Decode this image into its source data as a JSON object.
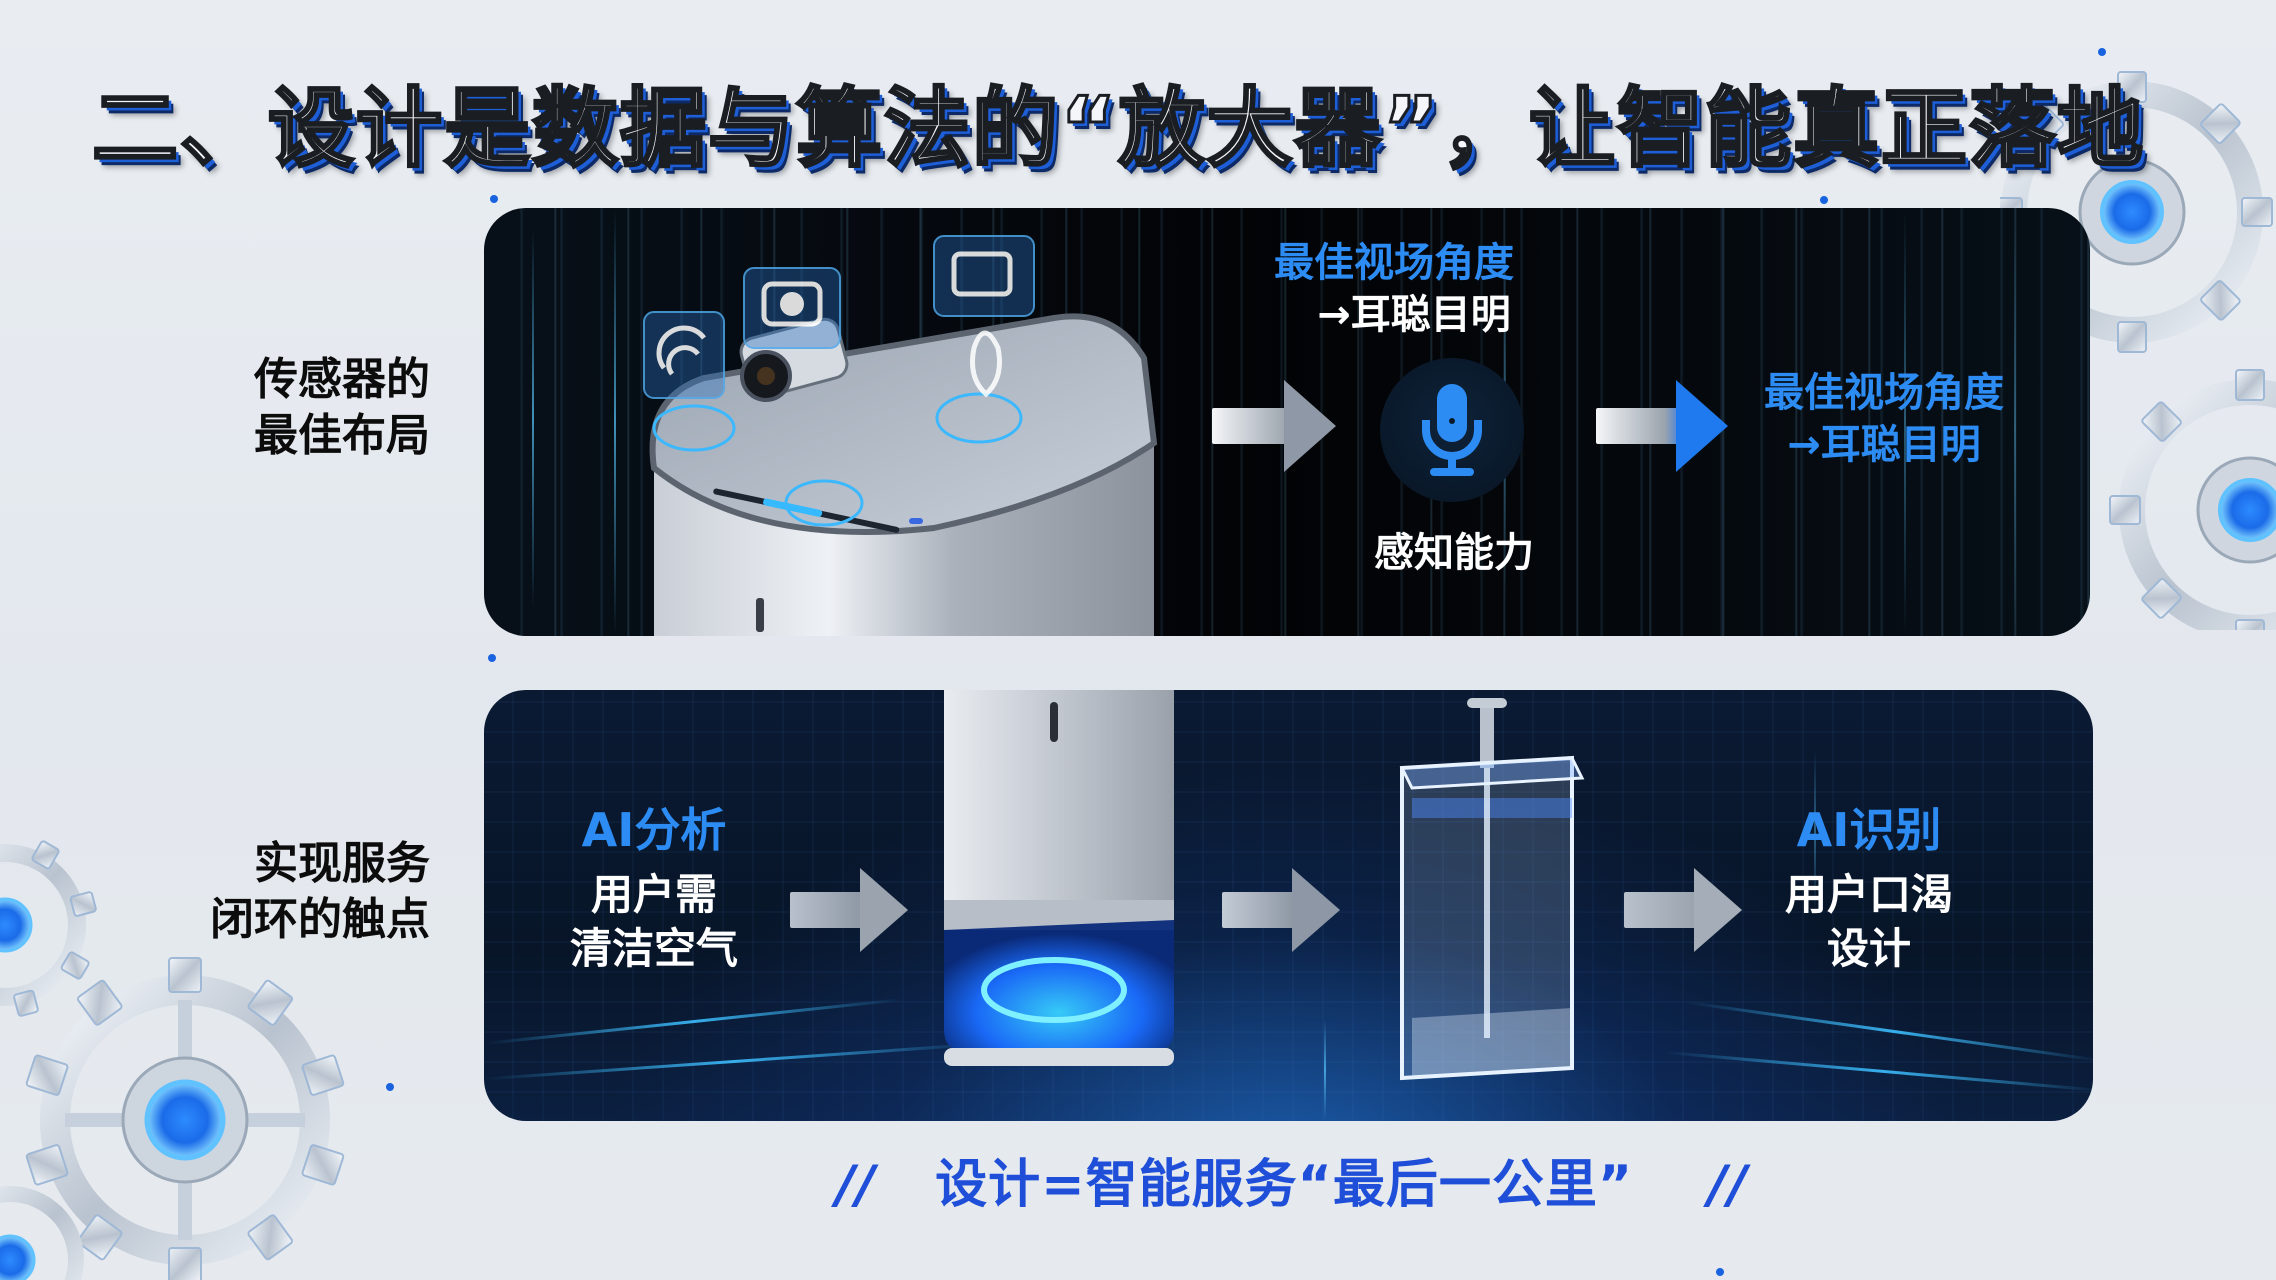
{
  "slide": {
    "title": "二、设计是数据与算法的“放大器”，让智能真正落地",
    "accent_color": "#1f4fd8",
    "highlight_color": "#2c8cf4"
  },
  "rows": [
    {
      "label_line1": "传感器的",
      "label_line2": "最佳布局",
      "panel": {
        "theme": "dark-data-stream",
        "device": "smart-device-with-sensors",
        "sensor_icons": [
          "wifi-signal-icon",
          "camera-icon",
          "device-icon",
          "proximity-sensor-icon"
        ],
        "callout_top": {
          "line1": "最佳视场角度",
          "line2": "→耳聪目明"
        },
        "mic_caption": "感知能力",
        "callout_right": {
          "line1": "最佳视场角度",
          "line2": "→耳聪目明"
        }
      }
    },
    {
      "label_line1": "实现服务",
      "label_line2": "闭环的触点",
      "panel": {
        "theme": "blue-grid-tunnel",
        "left_callout": {
          "heading": "AI分析",
          "line1": "用户需",
          "line2": "清洁空气"
        },
        "devices": [
          "air-purifier-device",
          "water-dispenser-bottle"
        ],
        "right_callout": {
          "heading": "AI识别",
          "line1": "用户口渴",
          "line2": "设计"
        }
      }
    }
  ],
  "footer": {
    "left_marks": "//",
    "text": "设计=智能服务“最后一公里”",
    "right_marks": "//"
  }
}
